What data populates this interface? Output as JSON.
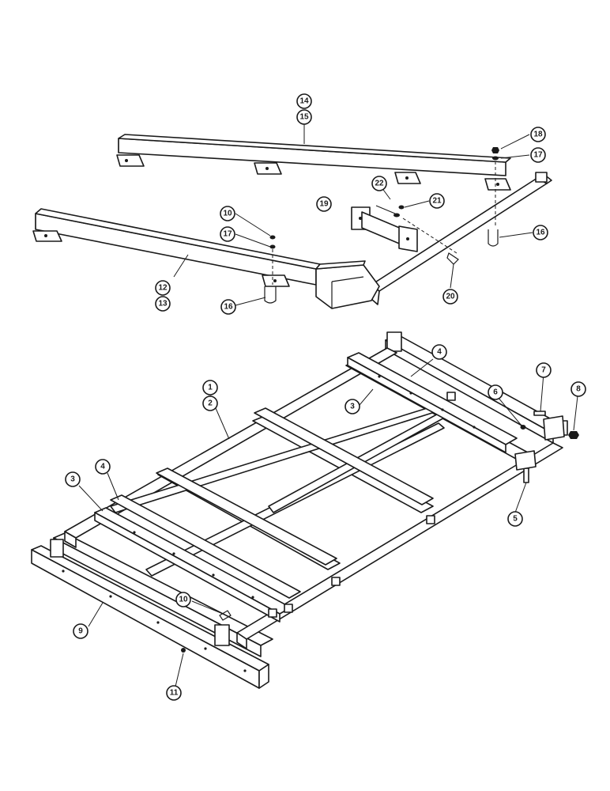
{
  "callouts": {
    "c1": "1",
    "c2": "2",
    "c3a": "3",
    "c3b": "3",
    "c4a": "4",
    "c4b": "4",
    "c5": "5",
    "c6": "6",
    "c7": "7",
    "c8": "8",
    "c9": "9",
    "c10a": "10",
    "c10b": "10",
    "c11": "11",
    "c12": "12",
    "c13": "13",
    "c14": "14",
    "c15": "15",
    "c16a": "16",
    "c16b": "16",
    "c17a": "17",
    "c17b": "17",
    "c18": "18",
    "c19": "19",
    "c20": "20",
    "c21": "21",
    "c22": "22"
  },
  "colors": {
    "line": "#1a1a1a",
    "background": "#ffffff"
  }
}
